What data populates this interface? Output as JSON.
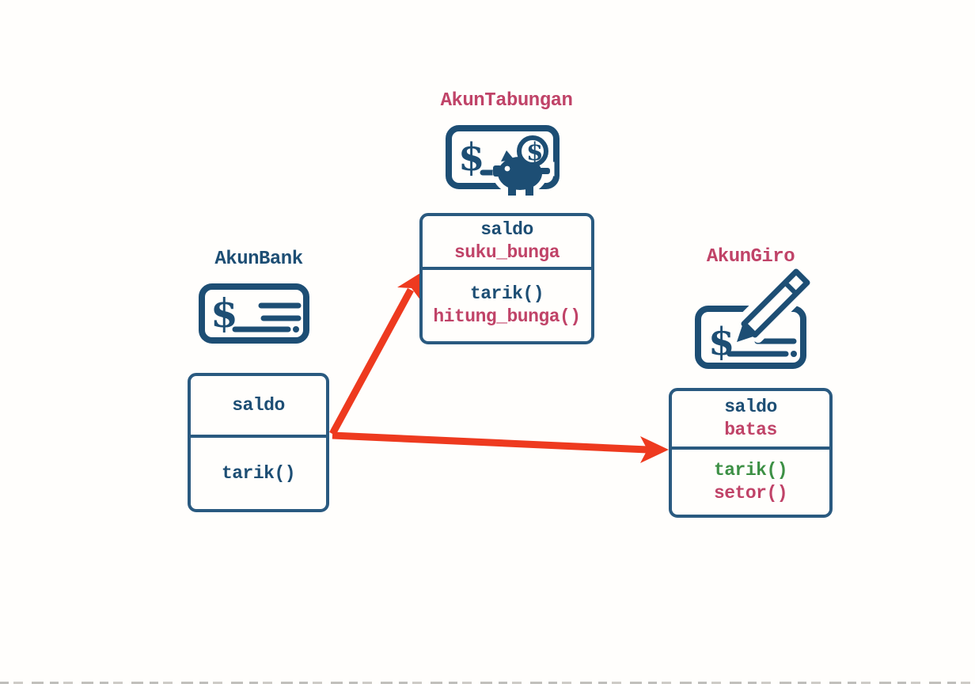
{
  "palette": {
    "navy": "#1d4e74",
    "crimson": "#c04368",
    "green": "#3d9045",
    "arrow_red": "#ee3a1f",
    "box_border": "#2a5a80",
    "background": "#fffefc"
  },
  "diagram": {
    "type": "uml-class-inheritance",
    "classes": [
      {
        "name": "AkunBank",
        "name_color": "navy",
        "icon": "dollar-check-icon",
        "attributes": [
          {
            "text": "saldo",
            "color": "navy"
          }
        ],
        "methods": [
          {
            "text": "tarik()",
            "color": "navy"
          }
        ]
      },
      {
        "name": "AkunTabungan",
        "name_color": "crimson",
        "icon": "piggy-bank-note-icon",
        "attributes": [
          {
            "text": "saldo",
            "color": "navy"
          },
          {
            "text": "suku_bunga",
            "color": "crimson"
          }
        ],
        "methods": [
          {
            "text": "tarik()",
            "color": "navy"
          },
          {
            "text": "hitung_bunga()",
            "color": "crimson"
          }
        ]
      },
      {
        "name": "AkunGiro",
        "name_color": "crimson",
        "icon": "check-pen-icon",
        "attributes": [
          {
            "text": "saldo",
            "color": "navy"
          },
          {
            "text": "batas",
            "color": "crimson"
          }
        ],
        "methods": [
          {
            "text": "tarik()",
            "color": "green"
          },
          {
            "text": "setor()",
            "color": "crimson"
          }
        ]
      }
    ],
    "relations": [
      {
        "from": "AkunBank",
        "to": "AkunTabungan",
        "style": "red-arrow"
      },
      {
        "from": "AkunBank",
        "to": "AkunGiro",
        "style": "red-arrow"
      }
    ]
  }
}
